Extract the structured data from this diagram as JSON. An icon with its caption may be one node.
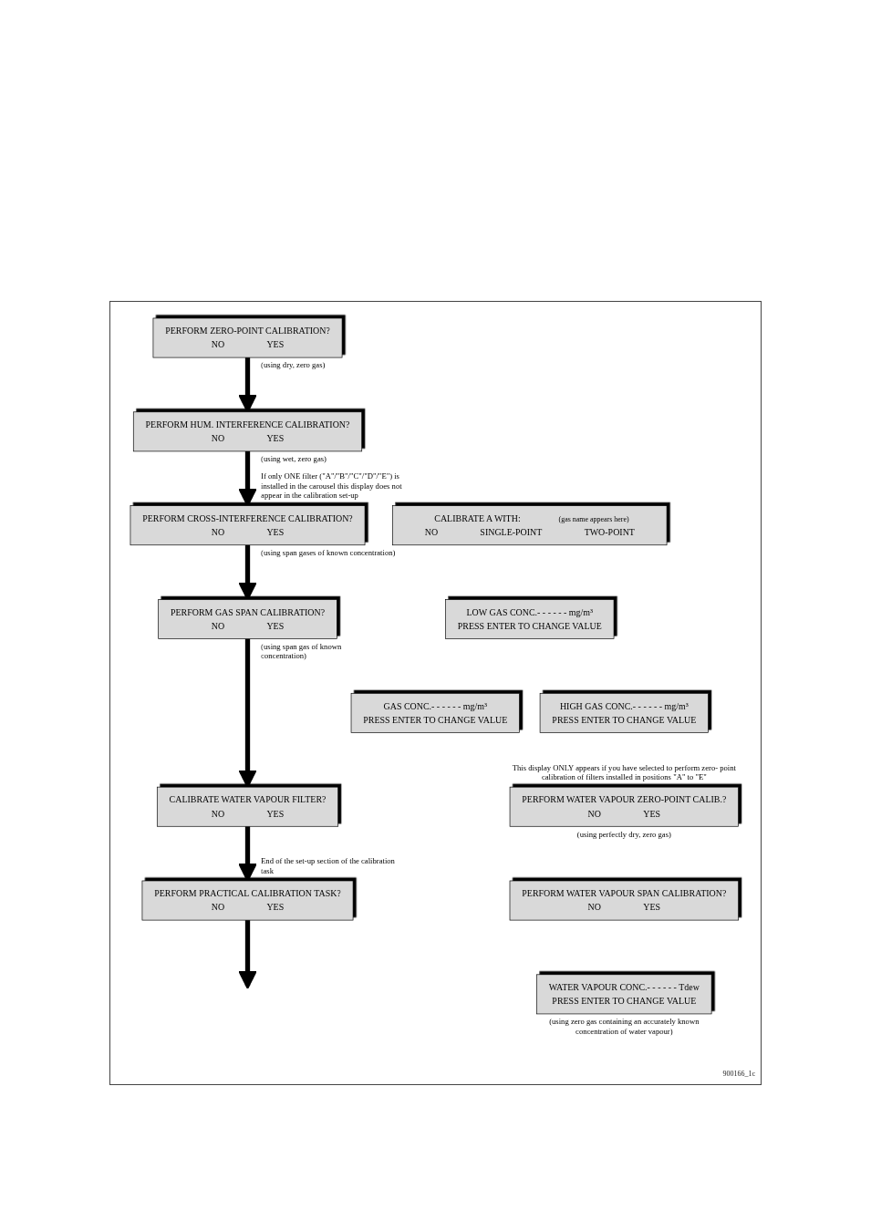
{
  "diagram": {
    "nodes": [
      {
        "text": [
          "PERFORM ZERO-POINT CALIBRATION?",
          "NO",
          "YES"
        ],
        "beside": [
          "(using dry, zero gas)"
        ]
      },
      {
        "text": [
          "PERFORM HUM. INTERFERENCE CALIBRATION?",
          "NO",
          "YES"
        ],
        "beside": [
          "(using wet, zero gas)"
        ]
      },
      {
        "text": [
          "PERFORM CROSS-INTERFERENCE CALIBRATION?",
          "NO",
          "YES"
        ],
        "beside": [
          "If only ONE filter (\"A\"/\"B\"/\"C\"/\"D\"/\"E\") is installed in the carousel this display does not appear in the calibration set-up",
          "(using span gases of known concentration)"
        ]
      },
      {
        "text": [
          "PERFORM GAS SPAN CALIBRATION?",
          "NO",
          "YES"
        ],
        "beside": [
          "(using span gas of known concentration)"
        ]
      },
      {
        "text": [
          "GAS CONC.- - - - - - mg/m³",
          "PRESS ENTER TO CHANGE VALUE"
        ]
      },
      {
        "text": [
          "CALIBRATE WATER VAPOUR FILTER?",
          "NO",
          "YES"
        ]
      },
      {
        "text": [
          "PERFORM PRACTICAL CALIBRATION TASK?",
          "NO",
          "YES"
        ],
        "beside": [
          "End of the set-up section of the calibration task"
        ]
      },
      {
        "text": [
          "CALIBRATE A WITH:",
          "(gas name appears here)",
          "NO",
          "SINGLE-POINT",
          "TWO-POINT"
        ]
      },
      {
        "text": [
          "LOW GAS CONC.- - - - - - mg/m³",
          "PRESS ENTER TO CHANGE VALUE"
        ]
      },
      {
        "text": [
          "HIGH GAS CONC.- - - - - - mg/m³",
          "PRESS ENTER TO CHANGE VALUE"
        ]
      },
      {
        "text": [
          "PERFORM WATER VAPOUR ZERO-POINT CALIB.?",
          "NO",
          "YES"
        ],
        "beside": [
          "This display ONLY appears if you have selected to perform zero- point calibration of filters installed in positions \"A\" to \"E\"",
          "(using perfectly dry, zero gas)"
        ]
      },
      {
        "text": [
          "PERFORM WATER VAPOUR SPAN CALIBRATION?",
          "NO",
          "YES"
        ]
      },
      {
        "text": [
          "WATER VAPOUR CONC.- - - - - - Tdew",
          "PRESS ENTER TO CHANGE VALUE"
        ],
        "beside": [
          "(using zero gas containing an accurately known concentration of water vapour)"
        ]
      }
    ],
    "edges": [
      {
        "from": 0,
        "to": 1,
        "arrow": "to"
      },
      {
        "from": 1,
        "to": 2,
        "arrow": "to"
      },
      {
        "from": 2,
        "to": 3,
        "arrow": "to"
      },
      {
        "from": 3,
        "to": 5,
        "arrow": "to"
      },
      {
        "from": 5,
        "to": 6,
        "arrow": "to"
      },
      {
        "from": 6,
        "to": null,
        "arrow": "to"
      }
    ],
    "labels": [
      "900166_1c"
    ]
  }
}
